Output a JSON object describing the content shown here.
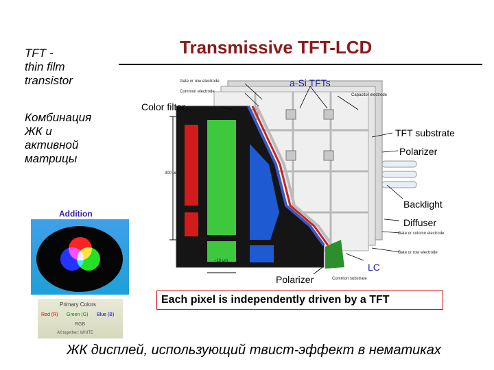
{
  "title": "Transmissive TFT-LCD",
  "sidebar": {
    "tft_lines": [
      "TFT -",
      "thin film",
      "transistor"
    ],
    "combo_lines": [
      "Комбинация",
      "ЖК и",
      "активной",
      "матрицы"
    ]
  },
  "diagram": {
    "labels": {
      "a_si_tfts": "a-Si TFTs",
      "color_filter": "Color filter",
      "tft_substrate": "TFT substrate",
      "polarizer_right": "Polarizer",
      "backlight": "Backlight",
      "diffuser": "Diffuser",
      "lc": "LC",
      "polarizer_bottom": "Polarizer"
    },
    "small_labels": {
      "gate_top": "Gate or row electrode",
      "common_top": "Common electrode",
      "capacitor": "Capacitor electrode",
      "gate_col": "Gate or column electrode",
      "gate_row_bottom": "Gate or row electrode",
      "common_substrate": "Common substrate",
      "dim_vertical": "300 μm",
      "dim_horizontal": "~10 μm"
    },
    "caption": "Each pixel is independently driven by a TFT"
  },
  "addition": {
    "label": "Addition",
    "primary_title": "Primary Colors",
    "red": "Red (R)",
    "green": "Green (G)",
    "blue": "Blue (B)",
    "rgb": "RGB",
    "all_together": "All together: WHITE",
    "colors": {
      "red": "#cc0000",
      "green": "#008800",
      "blue": "#0000cc"
    }
  },
  "footer": "ЖК дисплей, использующий твист-эффект в нематиках"
}
